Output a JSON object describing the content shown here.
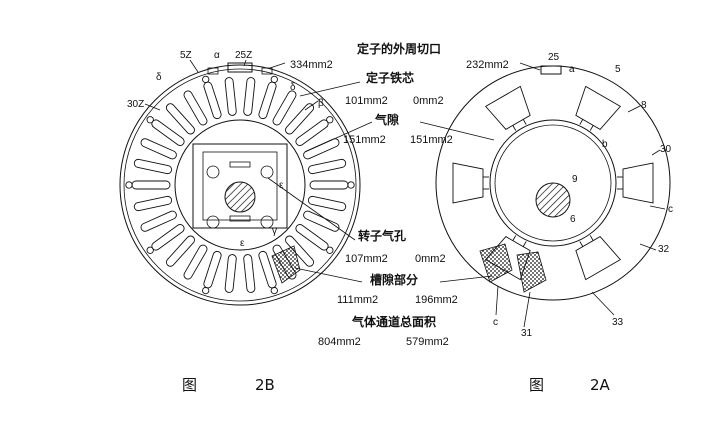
{
  "annotations": {
    "outer_cut": "定子的外周切口",
    "stator_core": "定子铁芯",
    "air_gap": "气隙",
    "rotor_hole": "转子气孔",
    "slot_part": "槽隙部分",
    "total_area": "气体通道总面积"
  },
  "values_2b": {
    "outer_cut": "334mm2",
    "stator_core": "101mm2",
    "air_gap": "151mm2",
    "rotor_hole": "107mm2",
    "slot_part": "111mm2",
    "total": "804mm2"
  },
  "values_2a": {
    "outer_cut": "232mm2",
    "stator_core": "0mm2",
    "air_gap": "151mm2",
    "rotor_hole": "0mm2",
    "slot_part": "196mm2",
    "total": "579mm2"
  },
  "labels_2b": {
    "l52": "5Z",
    "alpha": "α",
    "l252": "25Z",
    "l302": "30Z",
    "delta": "δ",
    "beta": "β",
    "epsilon": "ε",
    "gamma": "γ"
  },
  "labels_2a": {
    "l25": "25",
    "a": "a",
    "l5": "5",
    "l8": "8",
    "l30": "30",
    "b": "b",
    "l9": "9",
    "l6": "6",
    "c": "c",
    "l32": "32",
    "l31": "31",
    "l33": "33"
  },
  "captions": {
    "fig_word": "图",
    "fig_2b": "2B",
    "fig_2a": "2A"
  }
}
